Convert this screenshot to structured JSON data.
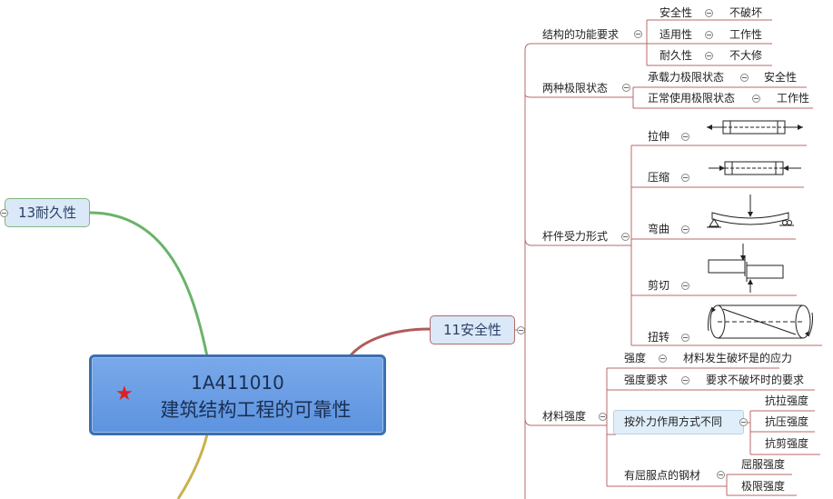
{
  "central": {
    "code": "1A411010",
    "title": "建筑结构工程的可靠性",
    "star": "★"
  },
  "left_topic": {
    "label": "13耐久性"
  },
  "right_topic": {
    "label": "11安全性"
  },
  "branches": {
    "functional": {
      "label": "结构的功能要求",
      "items": [
        {
          "label": "安全性",
          "value": "不破坏"
        },
        {
          "label": "适用性",
          "value": "工作性"
        },
        {
          "label": "耐久性",
          "value": "不大修"
        }
      ]
    },
    "limit_states": {
      "label": "两种极限状态",
      "items": [
        {
          "label": "承载力极限状态",
          "value": "安全性"
        },
        {
          "label": "正常使用极限状态",
          "value": "工作性"
        }
      ]
    },
    "forces": {
      "label": "杆件受力形式",
      "items": [
        {
          "label": "拉伸",
          "icon": "tension-diagram-icon"
        },
        {
          "label": "压缩",
          "icon": "compression-diagram-icon"
        },
        {
          "label": "弯曲",
          "icon": "bending-diagram-icon"
        },
        {
          "label": "剪切",
          "icon": "shear-diagram-icon"
        },
        {
          "label": "扭转",
          "icon": "torsion-diagram-icon"
        }
      ]
    },
    "material": {
      "label": "材料强度",
      "strength": {
        "label": "强度",
        "value": "材料发生破坏是的应力"
      },
      "requirement": {
        "label": "强度要求",
        "value": "要求不破坏时的要求"
      },
      "by_force": {
        "label": "按外力作用方式不同",
        "items": [
          "抗拉强度",
          "抗压强度",
          "抗剪强度"
        ]
      },
      "yield_steel": {
        "label": "有屈服点的钢材",
        "items": [
          "屈服强度",
          "极限强度"
        ]
      }
    }
  },
  "colors": {
    "red_branch": "#b35a5a",
    "green_branch": "#6ab36a",
    "olive_branch": "#c8b24e",
    "central_fill": "#6a9fe4"
  }
}
